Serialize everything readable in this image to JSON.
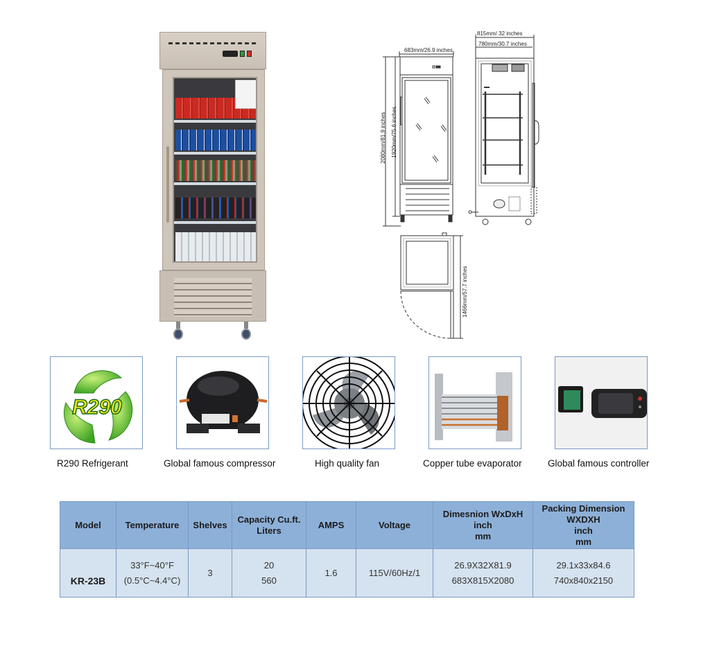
{
  "product": {
    "model": "KR-23B",
    "photo_alt": "single glass door reach-in refrigerator with beverages"
  },
  "drawings": {
    "front": {
      "width_label": "683mm/26.9 inches",
      "total_height_label": "2080mm/81.9 inches",
      "door_height_label": "1920mm/75.6 inches"
    },
    "side": {
      "outer_depth_label": "815mm/ 32 inches",
      "inner_depth_label": "780mm/30.7 inches"
    },
    "top": {
      "door_swing_label": "1466mm/57.7 inches"
    }
  },
  "features": [
    {
      "caption": "R290 Refrigerant",
      "icon": "r290-leaf-logo",
      "logo_text": "R290"
    },
    {
      "caption": "Global famous compressor",
      "icon": "compressor"
    },
    {
      "caption": "High quality fan",
      "icon": "fan"
    },
    {
      "caption": "Copper tube evaporator",
      "icon": "evaporator"
    },
    {
      "caption": "Global famous controller",
      "icon": "controller"
    }
  ],
  "spec_table": {
    "headers": [
      {
        "lines": [
          "Model"
        ]
      },
      {
        "lines": [
          "Temperature"
        ]
      },
      {
        "lines": [
          "Shelves"
        ]
      },
      {
        "lines": [
          "Capacity Cu.ft.",
          "Liters"
        ]
      },
      {
        "lines": [
          "AMPS"
        ]
      },
      {
        "lines": [
          "Voltage"
        ]
      },
      {
        "lines": [
          "Dimesnion  WxDxH",
          "inch",
          "mm"
        ]
      },
      {
        "lines": [
          "Packing Dimension",
          "WXDXH",
          "inch",
          "mm"
        ]
      }
    ],
    "rows": [
      {
        "model": "KR-23B",
        "temperature": [
          "33°F~40°F",
          "(0.5°C~4.4°C)"
        ],
        "shelves": "3",
        "capacity": [
          "20",
          "560"
        ],
        "amps": "1.6",
        "voltage": "115V/60Hz/1",
        "dimension": [
          "26.9X32X81.9",
          "683X815X2080"
        ],
        "packing": [
          "29.1x33x84.6",
          "740x840x2150"
        ]
      }
    ],
    "colors": {
      "header_bg": "#8db0d8",
      "cell_bg": "#d5e2ef",
      "border": "#7a9ac4"
    }
  }
}
